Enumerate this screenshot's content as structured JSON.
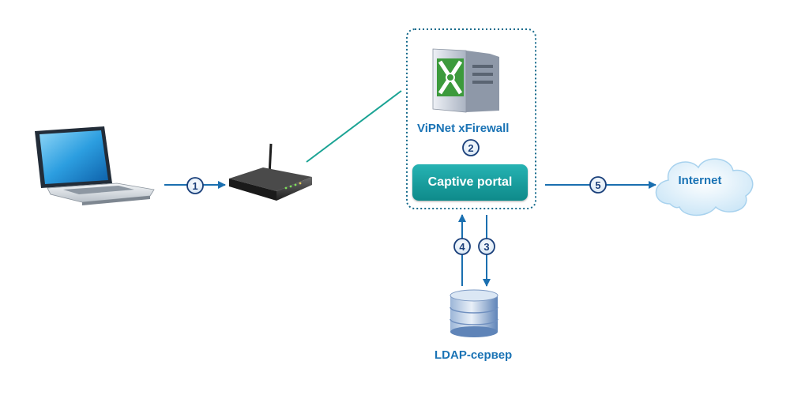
{
  "firewall": {
    "label": "ViPNet xFirewall"
  },
  "portal": {
    "label": "Captive portal"
  },
  "cloud": {
    "label": "Internet"
  },
  "server": {
    "label": "LDAP-сервер"
  },
  "steps": [
    "1",
    "2",
    "3",
    "4",
    "5"
  ],
  "colors": {
    "flow_arrow": "#1a6fb0",
    "teal_link": "#1aa394",
    "portal_fill": "#139a9a",
    "label_text": "#1a73b5",
    "boundary": "#176b8c"
  },
  "icons": [
    "laptop-icon",
    "router-icon",
    "firewall-server-icon",
    "cloud-icon",
    "database-icon"
  ]
}
